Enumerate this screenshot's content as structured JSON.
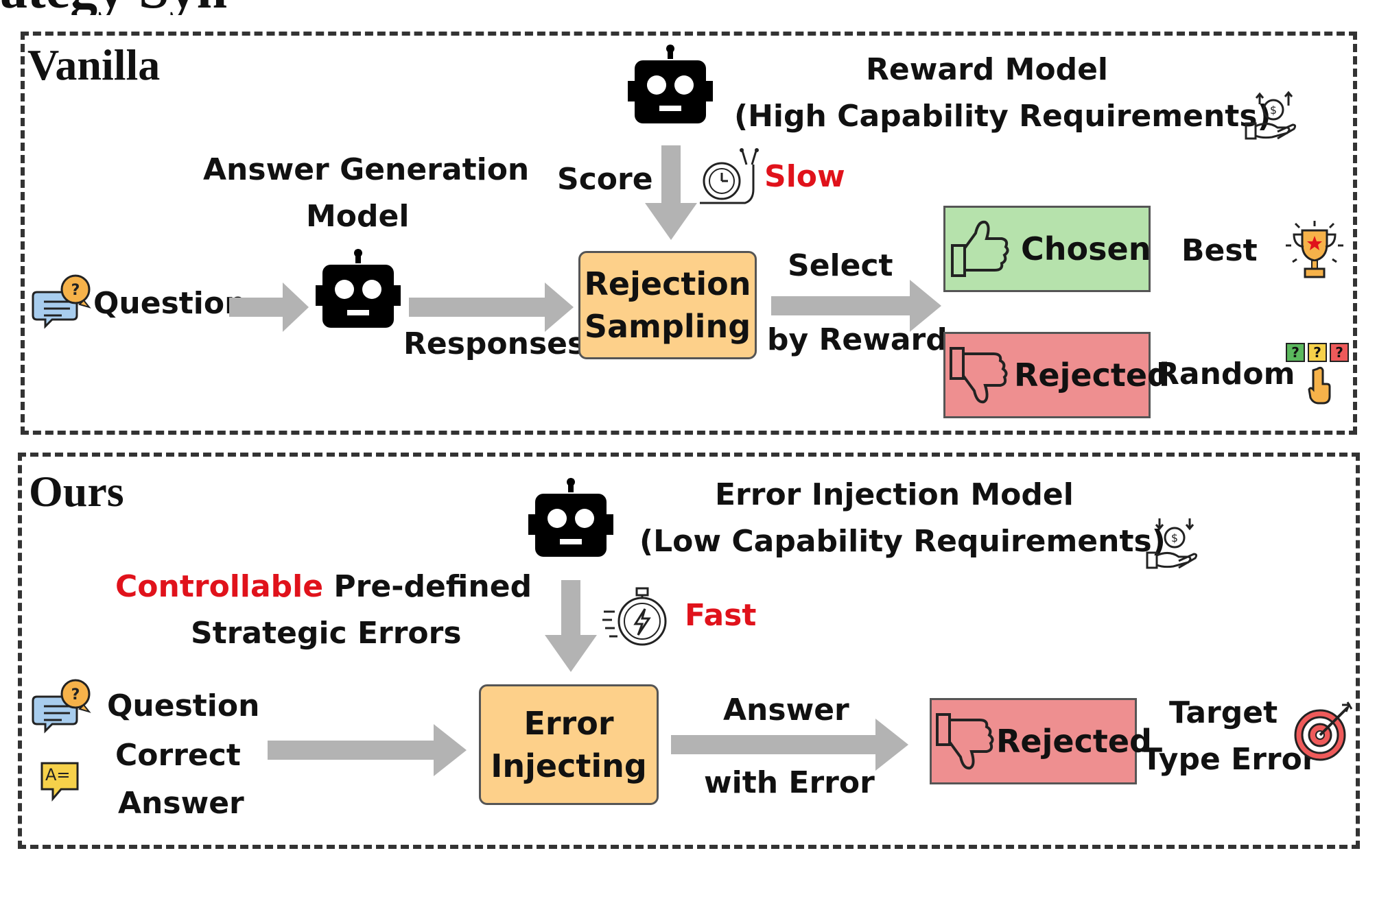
{
  "top_cut_text": "ategy Syn",
  "vanilla": {
    "title": "Vanilla",
    "reward_model_line1": "Reward Model",
    "reward_model_line2": "(High Capability Requirements)",
    "score_label": "Score",
    "slow_label": "Slow",
    "answer_gen_line1": "Answer Generation",
    "answer_gen_line2": "Model",
    "question_label": "Question",
    "responses_label": "Responses",
    "rejection_box_line1": "Rejection",
    "rejection_box_line2": "Sampling",
    "select_label": "Select",
    "by_reward_label": "by Reward",
    "chosen_label": "Chosen",
    "best_label": "Best",
    "rejected_label": "Rejected",
    "random_label": "Random",
    "random_badges": [
      "?",
      "?",
      "?"
    ]
  },
  "ours": {
    "title": "Ours",
    "error_model_line1": "Error Injection Model",
    "error_model_line2": "(Low Capability Requirements)",
    "controllable_label": "Controllable",
    "predefined_label": " Pre-defined",
    "strategic_label": "Strategic Errors",
    "fast_label": "Fast",
    "question_label": "Question",
    "correct_label": "Correct",
    "answer_label": "Answer",
    "error_box_line1": "Error",
    "error_box_line2": "Injecting",
    "answer_with_line1": "Answer",
    "answer_with_line2": "with Error",
    "rejected_label": "Rejected",
    "target_line1": "Target",
    "target_line2": "Type Error",
    "answer_doc_glyph": "A="
  },
  "colors": {
    "red_text": "#e0121b",
    "orange_box": "#fdd08a",
    "green_box": "#b6e2ac",
    "red_box": "#ee8f90",
    "arrow_gray": "#b3b3b3"
  }
}
